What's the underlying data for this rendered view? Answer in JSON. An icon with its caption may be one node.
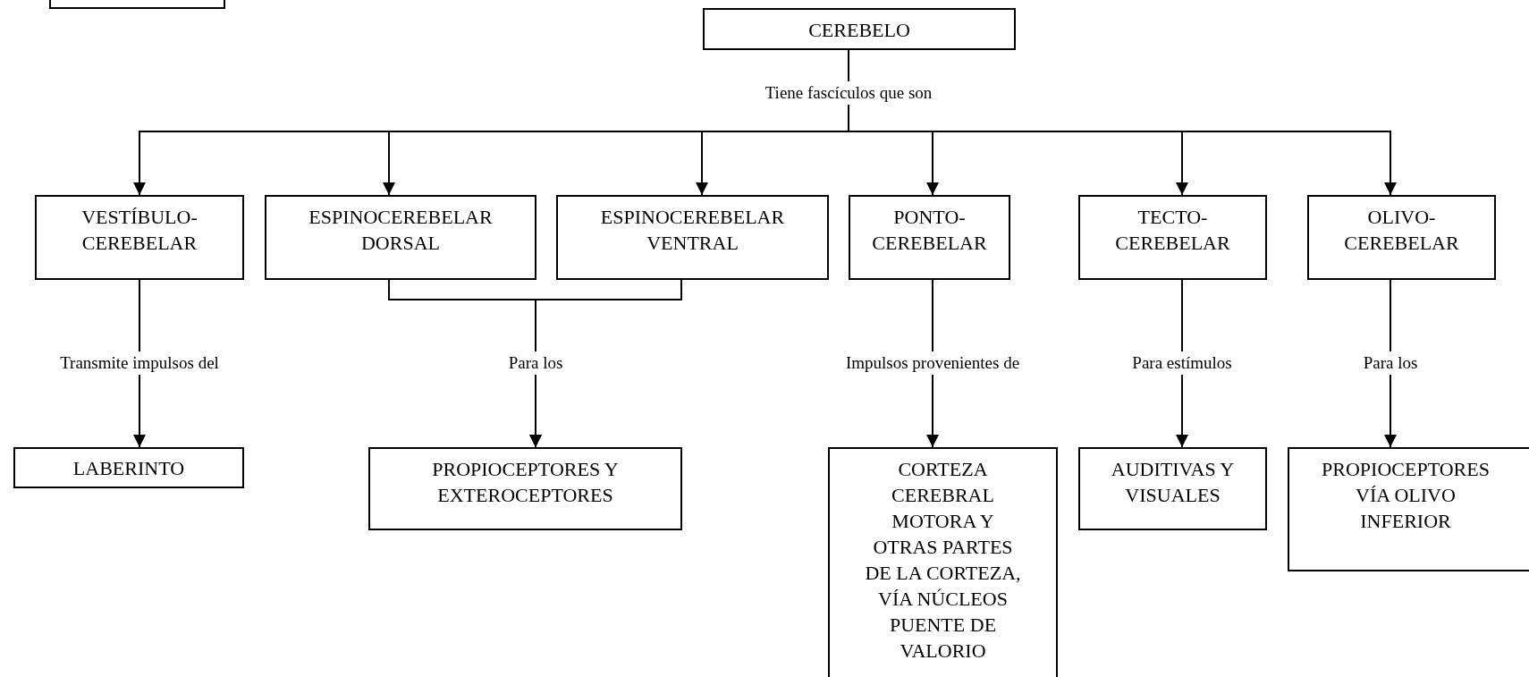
{
  "diagram": {
    "nodes": [
      {
        "text": [],
        "shape": "box"
      },
      {
        "text": [
          "CEREBELO"
        ]
      },
      {
        "text": [
          "VESTÍBULO- CEREBELAR"
        ]
      },
      {
        "text": [
          "ESPINOCEREBELAR DORSAL"
        ]
      },
      {
        "text": [
          "ESPINOCEREBELAR VENTRAL"
        ]
      },
      {
        "text": [
          "PONTO- CEREBELAR"
        ]
      },
      {
        "text": [
          "TECTO- CEREBELAR"
        ]
      },
      {
        "text": [
          "OLIVO- CEREBELAR"
        ]
      },
      {
        "text": [
          "LABERINTO"
        ]
      },
      {
        "text": [
          "PROPIOCEPTORES Y EXTEROCEPTORES"
        ]
      },
      {
        "text": [
          "CORTEZA CEREBRAL MOTORA Y OTRAS PARTES DE LA CORTEZA, VÍA NÚCLEOS PUENTE DE VALORIO"
        ]
      },
      {
        "text": [
          "AUDITIVAS Y VISUALES"
        ]
      },
      {
        "text": [
          "PROPIOCEPTORES VÍA OLIVO INFERIOR"
        ]
      }
    ],
    "edges": [
      {
        "from": 1,
        "to": 2,
        "arrow": "to",
        "label": "Tiene fascículos que son"
      },
      {
        "from": 1,
        "to": 3,
        "arrow": "to"
      },
      {
        "from": 1,
        "to": 4,
        "arrow": "to"
      },
      {
        "from": 1,
        "to": 5,
        "arrow": "to"
      },
      {
        "from": 1,
        "to": 6,
        "arrow": "to"
      },
      {
        "from": 1,
        "to": 7,
        "arrow": "to"
      },
      {
        "from": 2,
        "to": 8,
        "arrow": "to",
        "label": "Transmite impulsos del"
      },
      {
        "from": 3,
        "to": 9,
        "arrow": "to",
        "label": "Para los"
      },
      {
        "from": 4,
        "to": 9,
        "arrow": "to"
      },
      {
        "from": 5,
        "to": 10,
        "arrow": "to",
        "label": "Impulsos provenientes de"
      },
      {
        "from": 6,
        "to": 11,
        "arrow": "to",
        "label": "Para estímulos"
      },
      {
        "from": 7,
        "to": 12,
        "arrow": "to",
        "label": "Para los"
      }
    ]
  }
}
